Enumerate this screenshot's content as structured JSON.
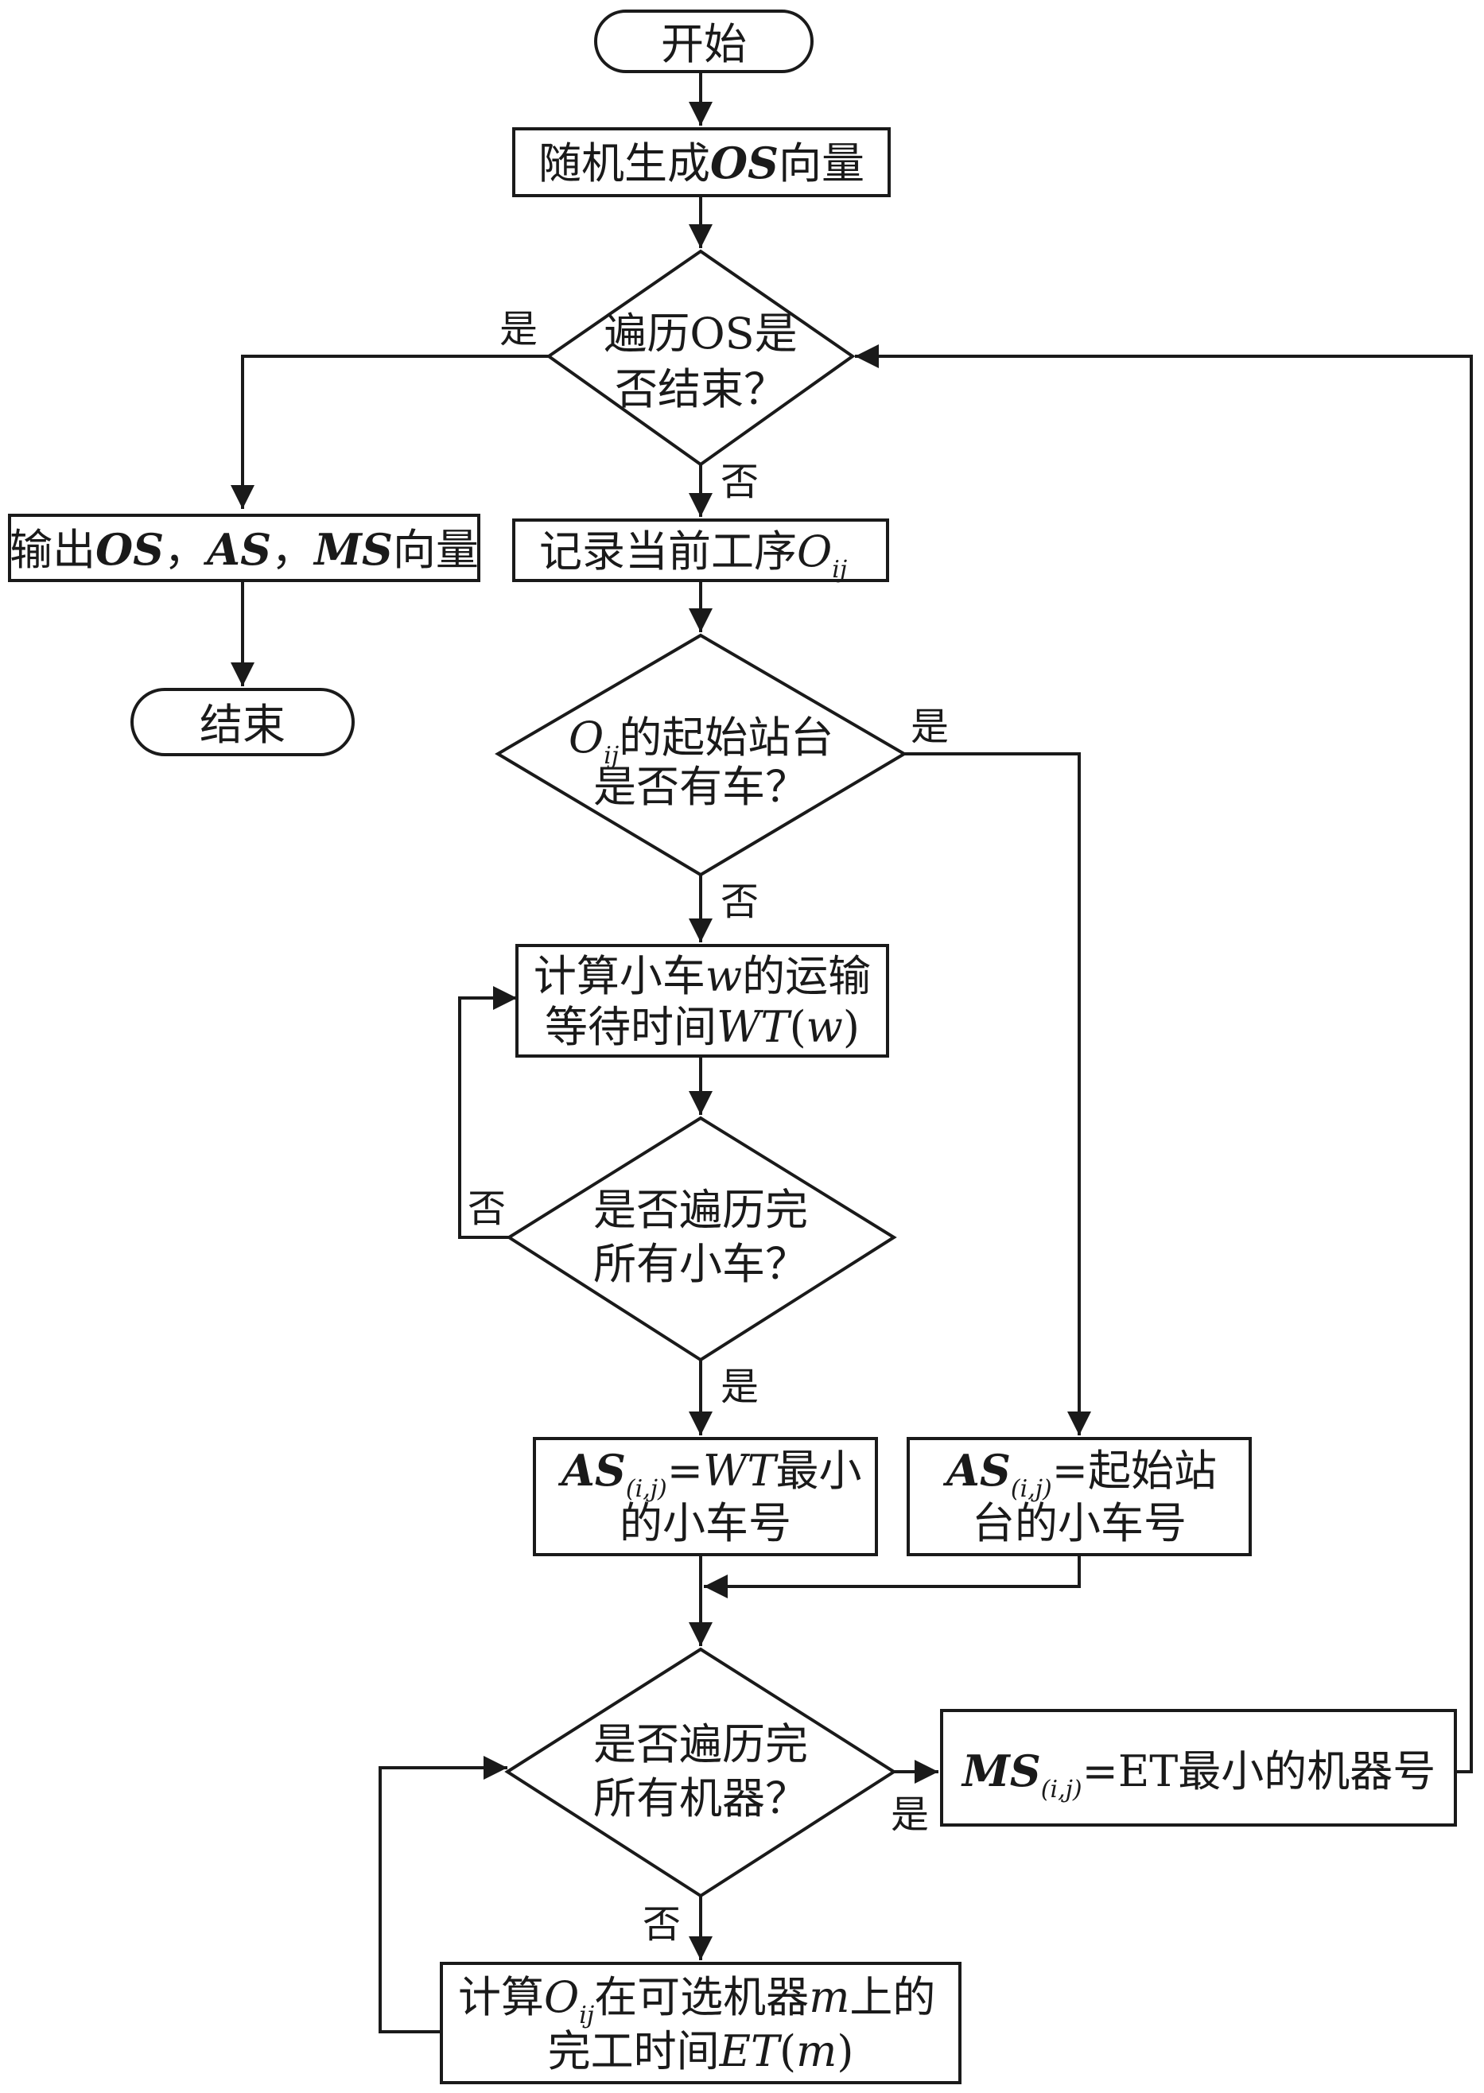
{
  "nodes": {
    "start": "开始",
    "gen": {
      "pre": "随机生成",
      "var": "OS",
      "post": "向量"
    },
    "d_os": {
      "l1": "遍历OS是",
      "l2": "否结束？"
    },
    "output": {
      "pre": "输出",
      "v1": "OS",
      "sep1": "，",
      "v2": "AS",
      "sep2": "，",
      "v3": "MS",
      "post": "向量"
    },
    "end": "结束",
    "record": {
      "pre": "记录当前工序",
      "var": "O",
      "sub": "ij"
    },
    "d_station": {
      "var": "O",
      "sub": "ij",
      "l1_post": "的起始站台",
      "l2": "是否有车？"
    },
    "calc_wt": {
      "l1_pre": "计算小车",
      "l1_var": "w",
      "l1_post": "的运输",
      "l2_pre": "等待时间",
      "l2_var": "WT",
      "l2_mid": "(",
      "l2_arg": "w",
      "l2_post": ")"
    },
    "d_cars": {
      "l1": "是否遍历完",
      "l2": "所有小车？"
    },
    "as_min": {
      "var": "AS",
      "sub": "(i,j)",
      "eq": "=",
      "var2": "WT",
      "l1_post": "最小",
      "l2": "的小车号"
    },
    "as_station": {
      "var": "AS",
      "sub": "(i,j)",
      "l1_post": "=起始站",
      "l2": "台的小车号"
    },
    "d_machines": {
      "l1": "是否遍历完",
      "l2": "所有机器？"
    },
    "ms": {
      "var": "MS",
      "sub": "(i,j)",
      "post": "=ET最小的机器号"
    },
    "calc_et": {
      "l1_pre": "计算",
      "l1_var": "O",
      "l1_sub": "ij",
      "l1_mid": "在可选机器",
      "l1_var2": "m",
      "l1_post": "上的",
      "l2_pre": "完工时间",
      "l2_var": "ET",
      "l2_mid": "(",
      "l2_arg": "m",
      "l2_post": ")"
    }
  },
  "labels": {
    "yes_os_end": "是",
    "no_os_end": "否",
    "yes_station": "是",
    "no_station": "否",
    "no_cars": "否",
    "yes_cars": "是",
    "yes_machines": "是",
    "no_machines": "否"
  }
}
